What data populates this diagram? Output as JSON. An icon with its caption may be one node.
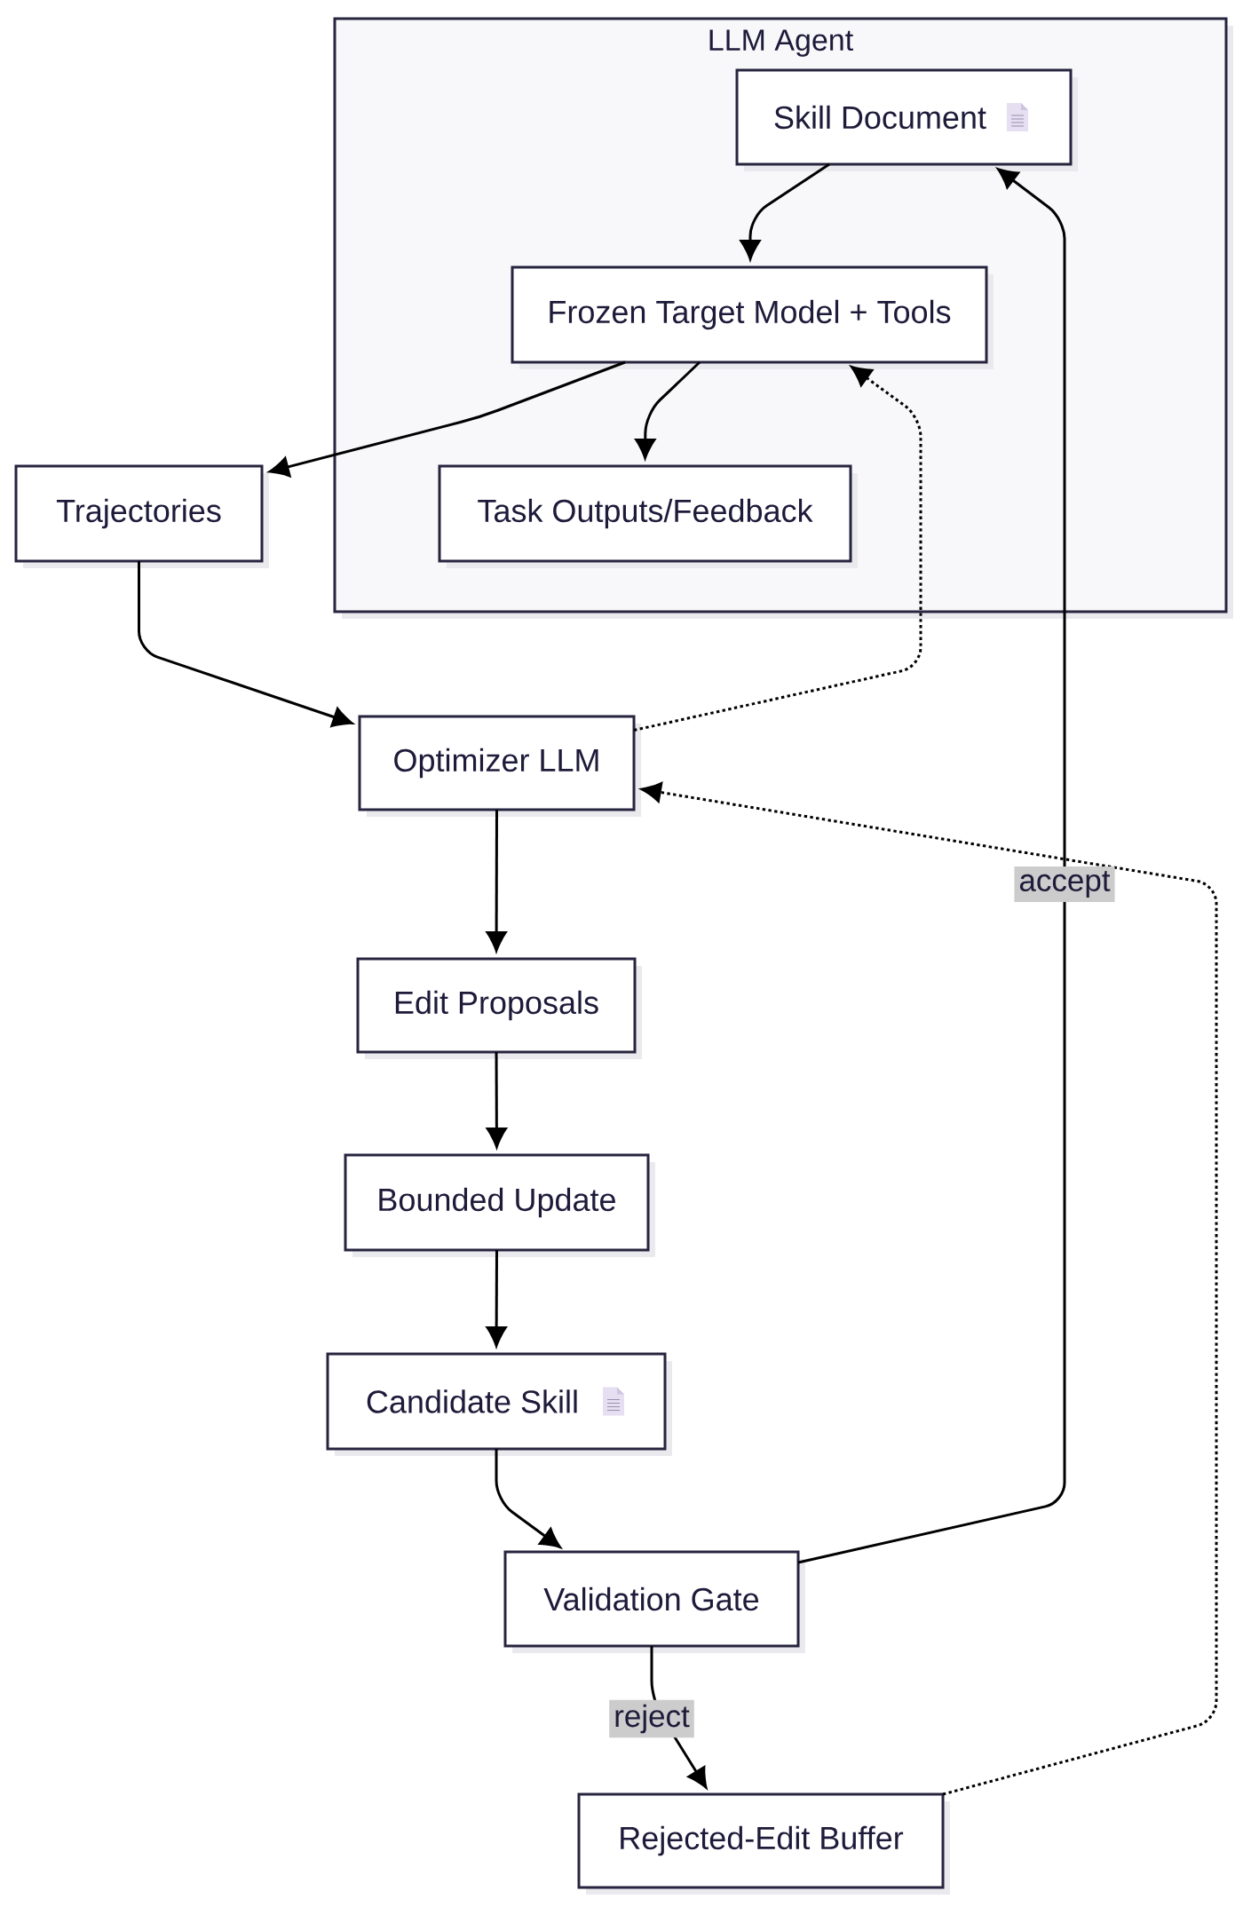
{
  "diagram": {
    "nodes": [
      {
        "text": [
          "LLM Agent"
        ]
      },
      {
        "text": [
          "Skill Document"
        ],
        "in": 0
      },
      {
        "text": [
          "Frozen Target Model + Tools"
        ],
        "in": 0
      },
      {
        "text": [
          "Task Outputs/Feedback"
        ],
        "in": 0
      },
      {
        "text": [
          "Trajectories"
        ]
      },
      {
        "text": [
          "Optimizer LLM"
        ]
      },
      {
        "text": [
          "Edit Proposals"
        ]
      },
      {
        "text": [
          "Bounded Update"
        ]
      },
      {
        "text": [
          "Candidate Skill"
        ]
      },
      {
        "text": [
          "Validation Gate"
        ]
      },
      {
        "text": [
          "Rejected-Edit Buffer"
        ]
      }
    ],
    "edges": [
      {
        "from": 1,
        "to": 2,
        "arrow": "to"
      },
      {
        "from": 2,
        "to": 4,
        "arrow": "to"
      },
      {
        "from": 2,
        "to": 3,
        "arrow": "to"
      },
      {
        "from": 4,
        "to": 5,
        "arrow": "to"
      },
      {
        "from": 5,
        "to": 2,
        "arrow": "to",
        "style": "dashed"
      },
      {
        "from": 5,
        "to": 6,
        "arrow": "to"
      },
      {
        "from": 6,
        "to": 7,
        "arrow": "to"
      },
      {
        "from": 7,
        "to": 8,
        "arrow": "to"
      },
      {
        "from": 8,
        "to": 9,
        "arrow": "to"
      },
      {
        "from": 9,
        "to": 1,
        "arrow": "to",
        "label": "accept"
      },
      {
        "from": 9,
        "to": 10,
        "arrow": "to",
        "label": "reject"
      },
      {
        "from": 10,
        "to": 5,
        "arrow": "to",
        "style": "dashed"
      }
    ]
  }
}
